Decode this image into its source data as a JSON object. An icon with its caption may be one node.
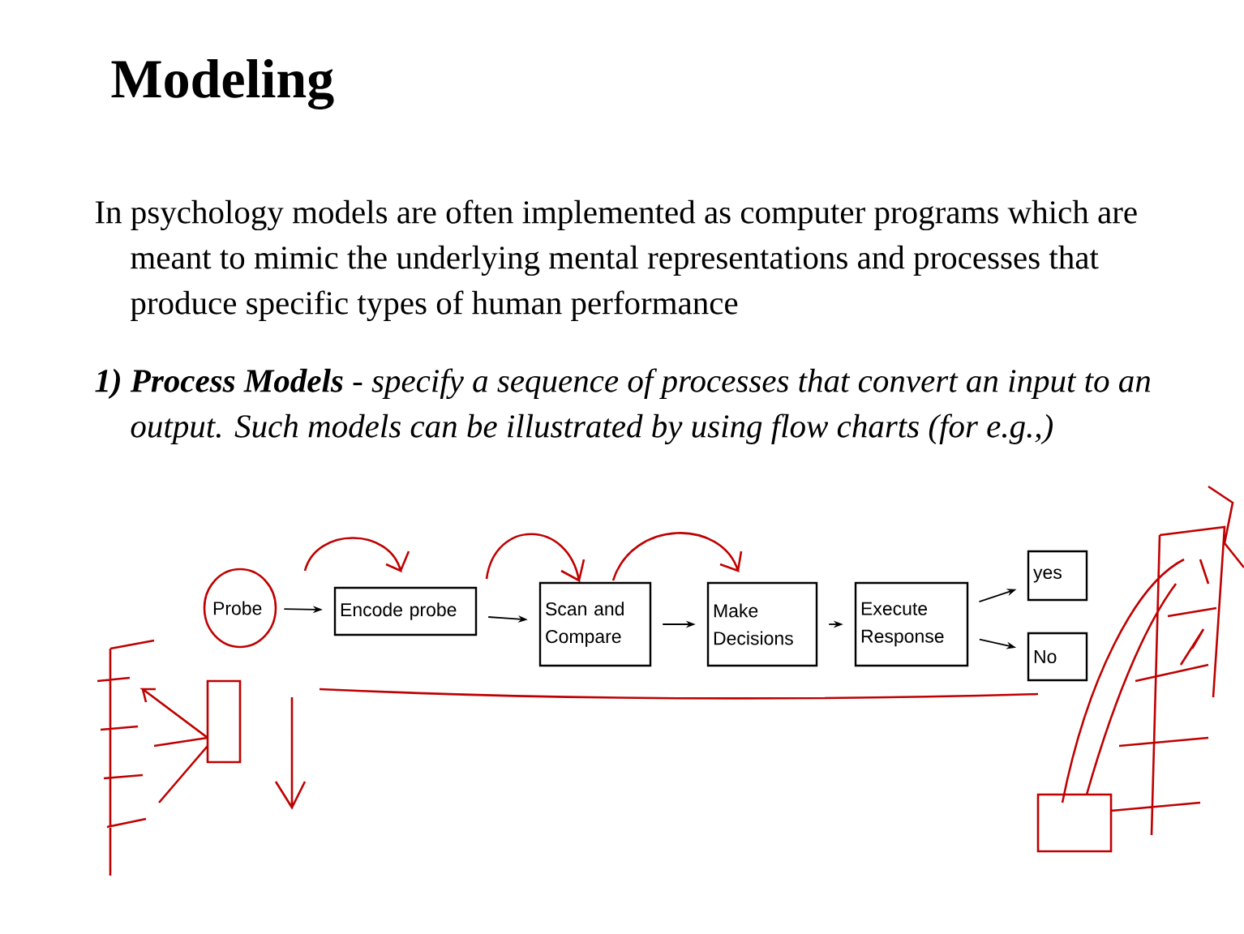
{
  "diagram": {
    "title": "Modeling",
    "nodes": [
      {
        "text": [
          "Probe"
        ]
      },
      {
        "text": [
          "Encode probe"
        ]
      },
      {
        "text": [
          "Scan and Compare"
        ]
      },
      {
        "text": [
          "Make Decisions"
        ]
      },
      {
        "text": [
          "Execute Response"
        ]
      },
      {
        "text": [
          "yes"
        ]
      },
      {
        "text": [
          "No"
        ]
      }
    ],
    "edges": [
      {
        "from": 0,
        "to": 1,
        "arrow": "to"
      },
      {
        "from": 1,
        "to": 2,
        "arrow": "to"
      },
      {
        "from": 2,
        "to": 3,
        "arrow": "to"
      },
      {
        "from": 3,
        "to": 4,
        "arrow": "to"
      },
      {
        "from": 4,
        "to": 5,
        "arrow": "to"
      },
      {
        "from": 4,
        "to": 6,
        "arrow": "to"
      }
    ],
    "labels": [
      "In psychology models are often implemented as computer programs which are meant to mimic the underlying mental representations and processes that produce specific types of human performance",
      "**1) Process Models** - specify a sequence of processes that convert an input to an output. Such models can be illustrated by using flow charts (for e.g.,)"
    ]
  }
}
